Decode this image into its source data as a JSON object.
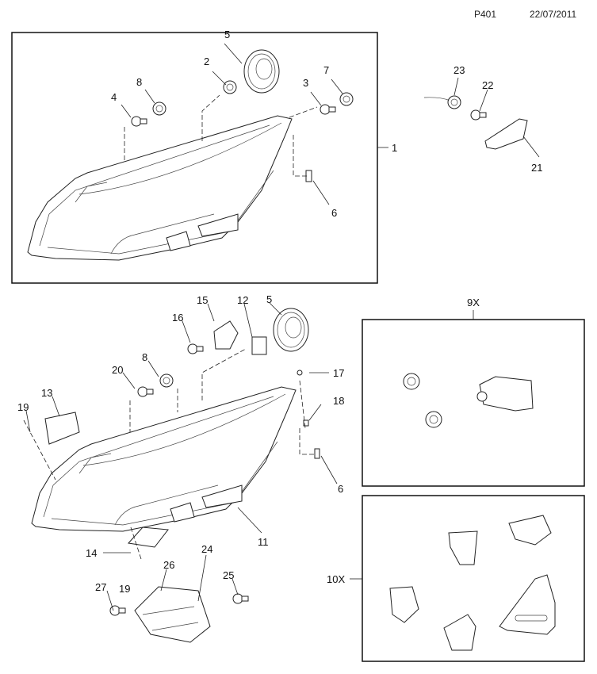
{
  "header": {
    "page_code": "P401",
    "date": "22/07/2011"
  },
  "top_group": {
    "assembly_label": "1",
    "callouts": [
      "5",
      "2",
      "8",
      "4",
      "3",
      "7",
      "6"
    ],
    "side_marker_callouts": [
      "23",
      "22",
      "21"
    ]
  },
  "bottom_group": {
    "callouts": [
      "5",
      "15",
      "12",
      "16",
      "8",
      "20",
      "13",
      "19",
      "17",
      "18",
      "6",
      "11",
      "14",
      "24",
      "26",
      "25",
      "27",
      "19"
    ]
  },
  "kit_9x": {
    "label": "9X"
  },
  "kit_10x": {
    "label": "10X"
  }
}
